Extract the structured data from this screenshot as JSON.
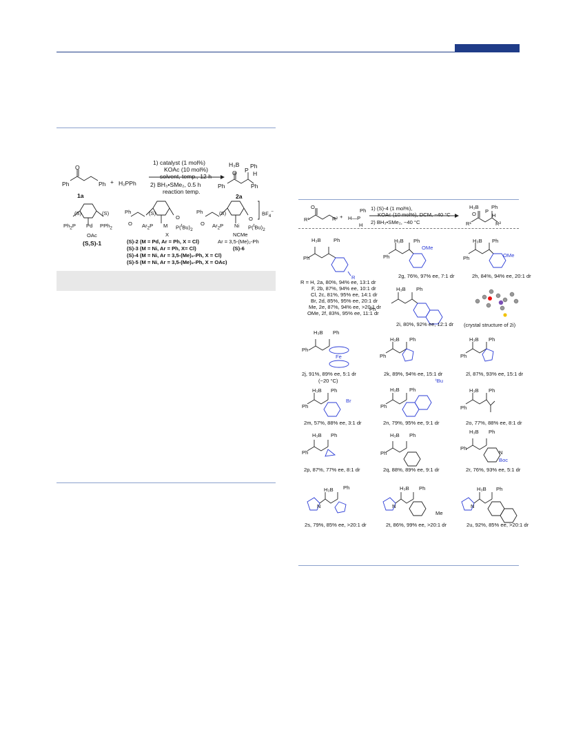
{
  "scheme1": {
    "cond1": "1) catalyst (1 mol%)",
    "cond2": "KOAc (10 mol%)",
    "cond3": "solvent, temp., 12 h",
    "cond4": "2) BH₃•SMe₂, 0.5 h",
    "cond5": "reaction temp.",
    "sm1": "1a",
    "plus": "+",
    "phosphine": "H₂PPh",
    "product": "2a",
    "cats": [
      "(S)-2 (M = Pd, Ar = Ph, X = Cl)",
      "(S)-3 (M = Ni, Ar = Ph, X= Cl)",
      "(S)-4 (M = Ni, Ar = 3,5-(Me)₂-Ph, X = Cl)",
      "(S)-5 (M = Ni, Ar = 3,5-(Me)₂-Ph, X = OAc)"
    ],
    "cat1": "(S,S)-1",
    "cat6": "(S)-6",
    "ar6": "Ar = 3,5-(Me)₂-Ph"
  },
  "scheme2": {
    "c1": "1) (S)-4 (1 mol%),",
    "c2": "KOAc (10 mol%), DCM, −40 °C",
    "c3": "2) BH₃•SMe₂, −40 °C",
    "r_list": [
      "R = H, 2a, 80%, 94% ee, 13:1 dr",
      "F, 2b, 87%, 94% ee, 10:1 dr",
      "Cl, 2c, 81%, 95% ee, 14:1 dr",
      "Br, 2d, 85%, 95% ee, 20:1 dr",
      "Me, 2e, 87%, 94% ee, >20:1 dr",
      "OMe, 2f, 83%, 95% ee, 11:1 dr"
    ],
    "p2g": "2g, 76%, 97% ee, 7:1 dr",
    "p2h": "2h, 84%, 94% ee, 20:1 dr",
    "p2i": "2i, 80%, 92% ee, 12:1 dr",
    "crystal": "(crystal structure of 2i)",
    "p2j": "2j, 91%, 89% ee, 5:1 dr",
    "p2j_note": "(−20 °C)",
    "p2k": "2k, 89%, 94% ee, 15:1 dr",
    "p2l": "2l, 87%, 93% ee, 15:1 dr",
    "p2m": "2m, 57%, 88% ee, 3:1 dr",
    "p2n": "2n, 79%, 95% ee, 9:1 dr",
    "p2o": "2o, 77%, 88% ee, 8:1 dr",
    "p2p": "2p, 87%, 77% ee, 8:1 dr",
    "p2q": "2q, 88%, 89% ee, 9:1 dr",
    "p2r": "2r, 76%, 93% ee, 5:1 dr",
    "p2s": "2s, 79%, 85% ee, >20:1 dr",
    "p2t": "2t, 86%, 99% ee, >20:1 dr",
    "p2u": "2u, 92%, 85% ee, >20:1 dr"
  },
  "labels": {
    "ph": "Ph",
    "h3b": "H₃B",
    "h": "H",
    "p": "P",
    "o": "O",
    "ome": "OMe",
    "br": "Br",
    "tbu": "ᵗBu",
    "boc": "Boc",
    "me": "Me",
    "fe": "Fe",
    "n": "N",
    "r": "R",
    "r1": "R¹",
    "r2": "R²"
  }
}
